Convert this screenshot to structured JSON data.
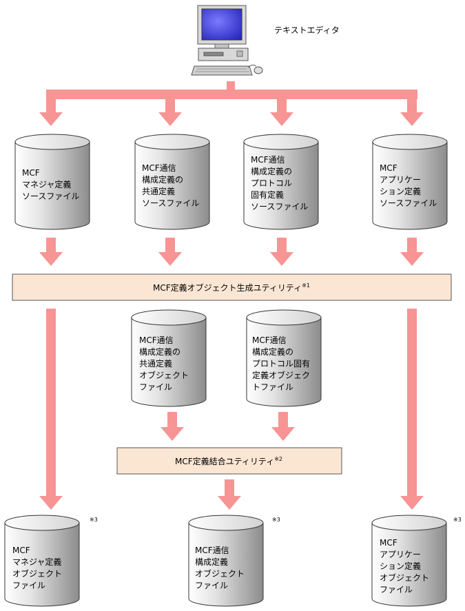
{
  "editor": {
    "label": "テキストエディタ"
  },
  "utility1": {
    "label": "MCF定義オブジェクト生成ユティリティ",
    "note": "※1"
  },
  "utility2": {
    "label": "MCF定義結合ユティリティ",
    "note": "※2"
  },
  "source_files": [
    {
      "lines": [
        "MCF",
        "マネジャ定義",
        "ソースファイル"
      ]
    },
    {
      "lines": [
        "MCF通信",
        "構成定義の",
        "共通定義",
        "ソースファイル"
      ]
    },
    {
      "lines": [
        "MCF通信",
        "構成定義の",
        "プロトコル",
        "固有定義",
        "ソースファイル"
      ]
    },
    {
      "lines": [
        "MCF",
        "アプリケー",
        "ション定義",
        "ソースファイル"
      ]
    }
  ],
  "intermediate_files": [
    {
      "lines": [
        "MCF通信",
        "構成定義の",
        "共通定義",
        "オブジェクト",
        "ファイル"
      ]
    },
    {
      "lines": [
        "MCF通信",
        "構成定義の",
        "プロトコル固有",
        "定義オブジェク",
        "トファイル"
      ]
    }
  ],
  "object_files": [
    {
      "lines": [
        "MCF",
        "マネジャ定義",
        "オブジェクト",
        "ファイル"
      ],
      "note": "※3"
    },
    {
      "lines": [
        "MCF通信",
        "構成定義",
        "オブジェクト",
        "ファイル"
      ],
      "note": "※3"
    },
    {
      "lines": [
        "MCF",
        "アプリケー",
        "ション定義",
        "オブジェクト",
        "ファイル"
      ],
      "note": "※3"
    }
  ],
  "colors": {
    "arrow": "#f79494",
    "box_fill": "#fbe6d4",
    "cyl_light": "#f2f2f2",
    "cyl_dark": "#8a8a8a",
    "screen": "#3b3bd9"
  }
}
